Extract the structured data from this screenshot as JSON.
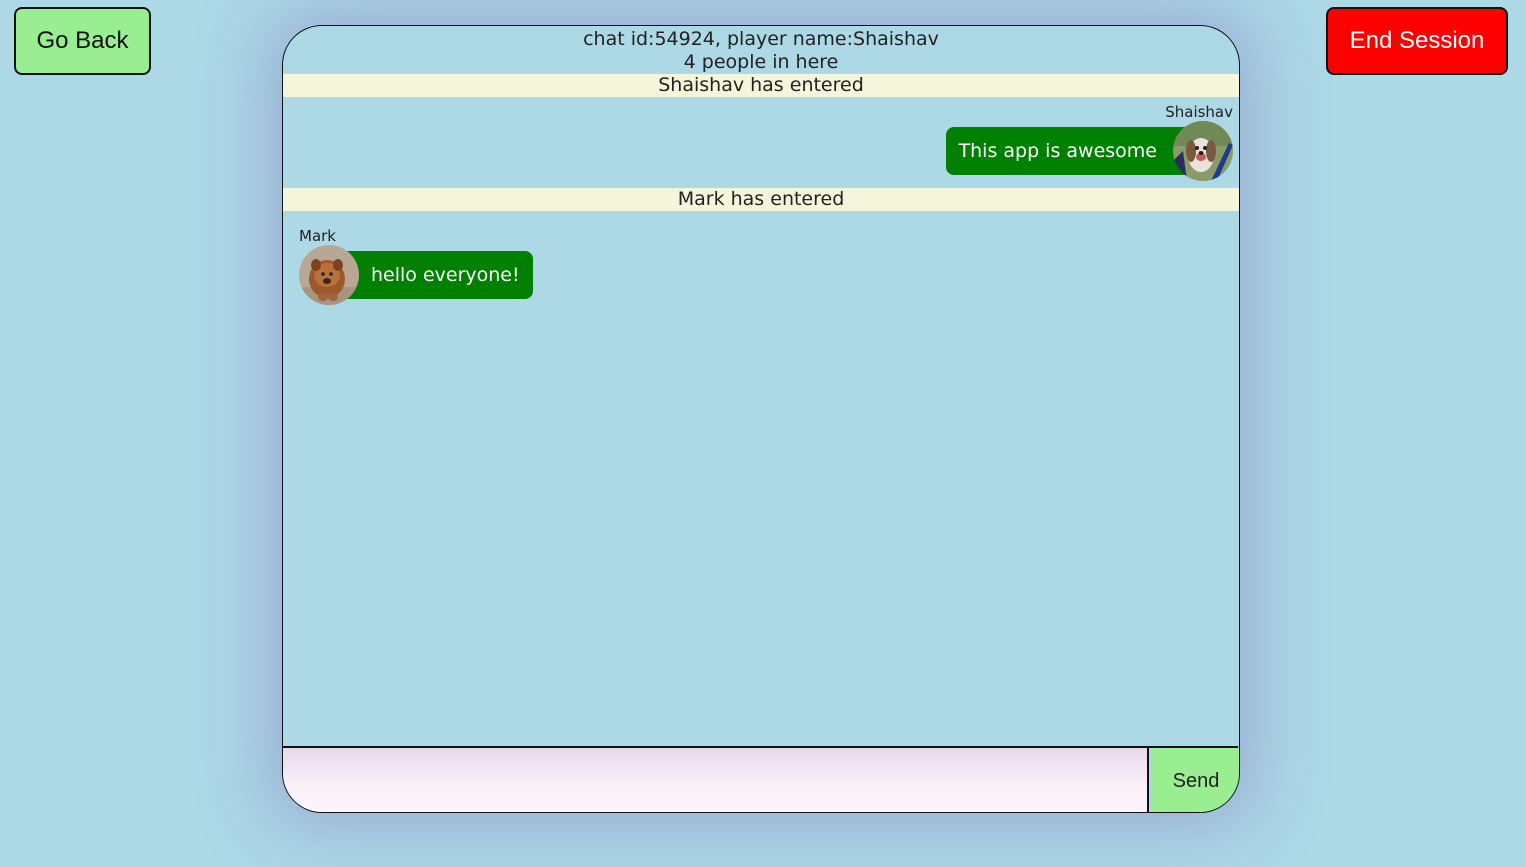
{
  "nav": {
    "go_back_label": "Go Back",
    "end_session_label": "End Session"
  },
  "chat": {
    "header_line1": "chat id:54924, player name:Shaishav",
    "header_line2": "4 people in here",
    "entries": [
      {
        "type": "system",
        "text": "Shaishav has entered"
      },
      {
        "type": "message",
        "sender": "Shaishav",
        "text": "This app is awesome",
        "side": "right",
        "avatar": "dog-photo"
      },
      {
        "type": "system",
        "text": "Mark has entered"
      },
      {
        "type": "message",
        "sender": "Mark",
        "text": "hello everyone!",
        "side": "left",
        "avatar": "dog-photo"
      }
    ]
  },
  "composer": {
    "input_value": "",
    "send_label": "Send"
  },
  "colors": {
    "background": "#add8e6",
    "go_back": "#98ee90",
    "end_session": "#ff0000",
    "bubble": "#008000",
    "system_msg_bg": "#f5f5dc",
    "send_button": "#98ee90"
  }
}
